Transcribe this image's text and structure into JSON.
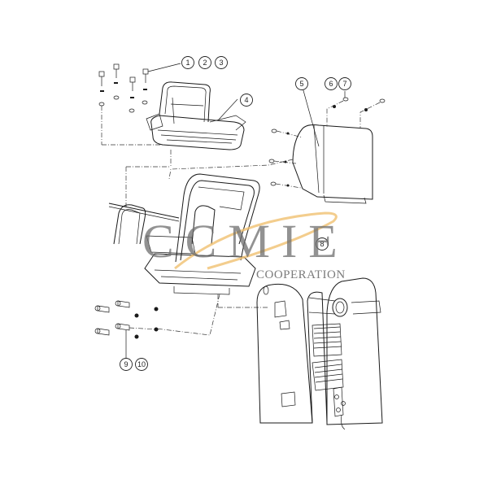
{
  "diagram": {
    "type": "exploded parts diagram",
    "subject": "operator seat, seat frame, cover and winch assembly",
    "callouts": [
      {
        "id": "1",
        "label": "1"
      },
      {
        "id": "2",
        "label": "2"
      },
      {
        "id": "3",
        "label": "3"
      },
      {
        "id": "4",
        "label": "4"
      },
      {
        "id": "5",
        "label": "5"
      },
      {
        "id": "6",
        "label": "6"
      },
      {
        "id": "7",
        "label": "7"
      },
      {
        "id": "8",
        "label": "8"
      },
      {
        "id": "9",
        "label": "9"
      },
      {
        "id": "10",
        "label": "10"
      }
    ],
    "parts": [
      {
        "name": "seat",
        "callout": "4"
      },
      {
        "name": "seat-mounting-bolts",
        "callouts": [
          "1",
          "2",
          "3"
        ]
      },
      {
        "name": "side-cover",
        "callout": "5"
      },
      {
        "name": "cover-bolts",
        "callouts": [
          "6",
          "7"
        ]
      },
      {
        "name": "seat-frame",
        "callout": "8"
      },
      {
        "name": "frame-bolts",
        "callouts": [
          "9",
          "10"
        ]
      },
      {
        "name": "winch-housing"
      }
    ]
  },
  "watermark": {
    "main": "CCMIE",
    "sub": "COOPERATION",
    "swoosh_color": "#f0c070",
    "text_color": "#6e6e6e"
  },
  "colors": {
    "line": "#1a1a1a",
    "background": "#ffffff"
  }
}
